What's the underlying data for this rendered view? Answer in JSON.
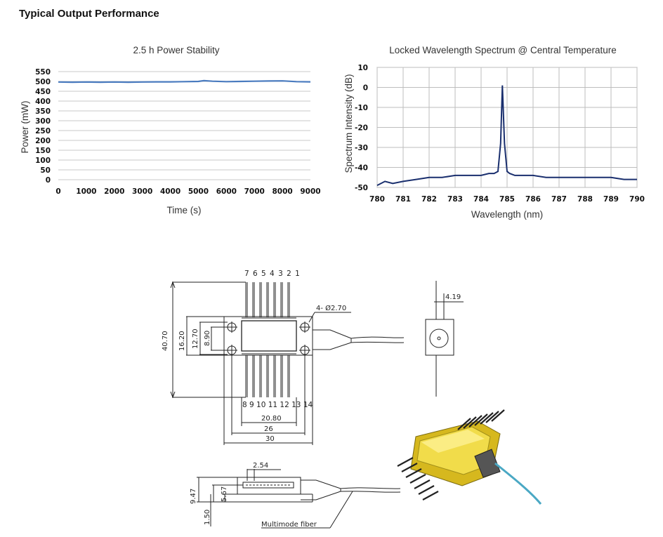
{
  "section_title": "Typical Output Performance",
  "chart_data": [
    {
      "type": "line",
      "title": "2.5 h Power Stability",
      "xlabel": "Time (s)",
      "ylabel": "Power (mW)",
      "xlim": [
        0,
        9000
      ],
      "ylim": [
        0,
        550
      ],
      "xticks": [
        0,
        1000,
        2000,
        3000,
        4000,
        5000,
        6000,
        7000,
        8000,
        9000
      ],
      "yticks": [
        0,
        50,
        100,
        150,
        200,
        250,
        300,
        350,
        400,
        450,
        500,
        550
      ],
      "grid": "horizontal",
      "color": "#4a7bbf",
      "series": [
        {
          "x": [
            0,
            500,
            1000,
            1500,
            2000,
            2500,
            3000,
            3500,
            4000,
            4500,
            5000,
            5200,
            5500,
            6000,
            6500,
            7000,
            7500,
            8000,
            8500,
            9000
          ],
          "y": [
            497,
            496,
            497,
            496,
            497,
            496,
            497,
            498,
            498,
            499,
            500,
            504,
            501,
            499,
            500,
            501,
            502,
            503,
            499,
            498
          ]
        }
      ]
    },
    {
      "type": "line",
      "title": "Locked Wavelength Spectrum @ Central Temperature",
      "xlabel": "Wavelength (nm)",
      "ylabel": "Spectrum Intensity (dB)",
      "xlim": [
        780,
        790
      ],
      "ylim": [
        -50,
        10
      ],
      "xticks": [
        780,
        781,
        782,
        783,
        784,
        785,
        786,
        787,
        788,
        789,
        790
      ],
      "yticks": [
        10,
        0,
        -10,
        -20,
        -30,
        -40,
        -50
      ],
      "grid": "both",
      "color": "#1a2f6e",
      "series": [
        {
          "x": [
            780,
            780.3,
            780.6,
            781,
            781.5,
            782,
            782.5,
            783,
            783.5,
            784,
            784.3,
            784.5,
            784.65,
            784.75,
            784.82,
            784.9,
            785.0,
            785.1,
            785.3,
            785.6,
            786,
            786.5,
            787,
            787.5,
            788,
            788.5,
            789,
            789.5,
            790
          ],
          "y": [
            -49,
            -47,
            -48,
            -47,
            -46,
            -45,
            -45,
            -44,
            -44,
            -44,
            -43,
            -43,
            -42,
            -28,
            1,
            -28,
            -42,
            -43,
            -44,
            -44,
            -44,
            -45,
            -45,
            -45,
            -45,
            -45,
            -45,
            -46,
            -46
          ]
        }
      ]
    }
  ],
  "drawing": {
    "pin_numbers_top": "7 6 5 4 3 2 1",
    "pin_numbers_bottom": "8 9 10 11 12 13 14",
    "hole_callout": "4- Ø2.70",
    "dim_top_right": "4.19",
    "dim_40_70": "40.70",
    "dim_16_20": "16.20",
    "dim_12_70": "12.70",
    "dim_8_90": "8.90",
    "dim_20_80": "20.80",
    "dim_26": "26",
    "dim_30": "30",
    "dim_2_54": "2.54",
    "dim_9_47": "9.47",
    "dim_5_67": "5.67",
    "dim_1_50": "1.50",
    "fiber_label": "Multimode fiber"
  }
}
